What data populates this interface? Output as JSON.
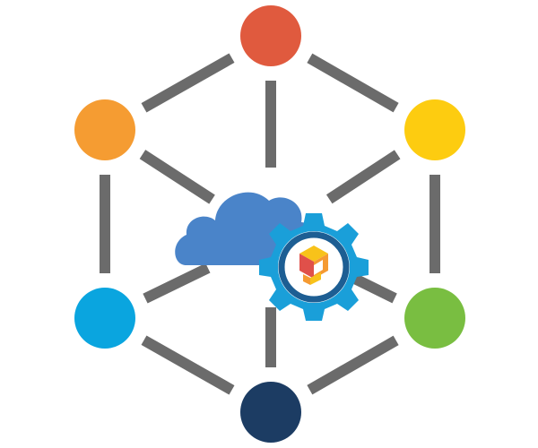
{
  "diagram": {
    "nodes": [
      {
        "id": "top",
        "icon": "red-node",
        "color": "#E05A3E"
      },
      {
        "id": "upper-left",
        "icon": "orange-node",
        "color": "#F59C32"
      },
      {
        "id": "upper-right",
        "icon": "yellow-node",
        "color": "#FDCC10"
      },
      {
        "id": "lower-left",
        "icon": "cyan-node",
        "color": "#0AA5DF"
      },
      {
        "id": "lower-right",
        "icon": "green-node",
        "color": "#79BE41"
      },
      {
        "id": "bottom",
        "icon": "navy-node",
        "color": "#1C3C63"
      }
    ],
    "edges": [
      [
        "top",
        "upper-left"
      ],
      [
        "top",
        "upper-right"
      ],
      [
        "upper-left",
        "lower-left"
      ],
      [
        "upper-right",
        "lower-right"
      ],
      [
        "lower-left",
        "bottom"
      ],
      [
        "lower-right",
        "bottom"
      ],
      [
        "top",
        "center"
      ],
      [
        "upper-left",
        "center"
      ],
      [
        "upper-right",
        "center"
      ],
      [
        "lower-left",
        "center"
      ],
      [
        "lower-right",
        "center"
      ],
      [
        "bottom",
        "center"
      ]
    ],
    "center": {
      "icons": [
        "cloud-icon",
        "gear-icon",
        "cube-logo-icon"
      ],
      "cloud_color": "#4A84C9",
      "gear_color": "#1A9FD9",
      "gear_ring_color": "#1D5E93"
    },
    "edge_color": "#6B6B6B"
  }
}
